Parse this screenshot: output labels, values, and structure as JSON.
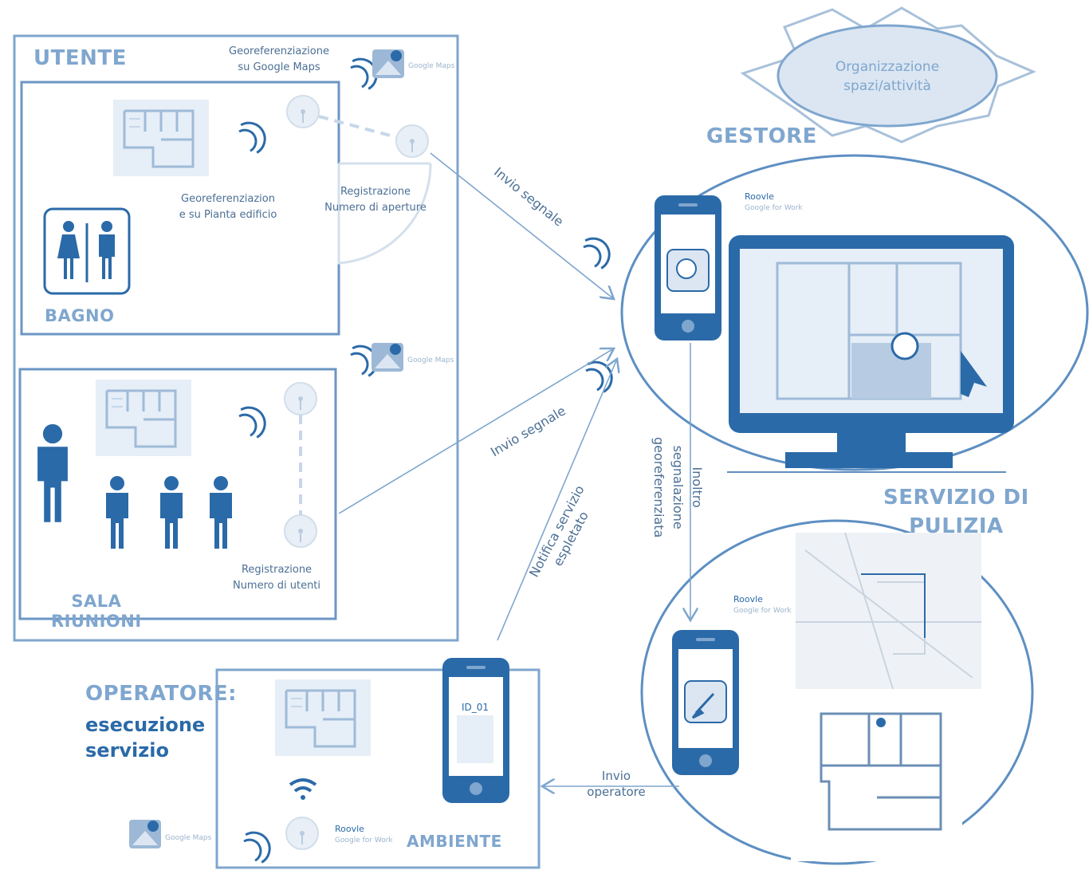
{
  "labels": {
    "utente": "UTENTE",
    "bagno": "BAGNO",
    "sala_line1": "SALA",
    "sala_line2": "RIUNIONI",
    "gestore": "GESTORE",
    "servizio_line1": "SERVIZIO DI",
    "servizio_line2": "PULIZIA",
    "operatore": "OPERATORE:",
    "esecuzione_line1": "esecuzione",
    "esecuzione_line2": "servizio",
    "ambiente": "AMBIENTE",
    "organizzazione_line1": "Organizzazione",
    "organizzazione_line2": "spazi/attività",
    "georef_maps_line1": "Georeferenziazione",
    "georef_maps_line2": "su Google Maps",
    "georef_pianta_line1": "Georeferenziazion",
    "georef_pianta_line2": "e su Pianta edificio",
    "reg_aperture_line1": "Registrazione",
    "reg_aperture_line2": "Numero di aperture",
    "reg_utenti_line1": "Registrazione",
    "reg_utenti_line2": "Numero di utenti",
    "invio_segnale_1": "Invio segnale",
    "invio_segnale_2": "Invio segnale",
    "notifica_line1": "Notifica servizio",
    "notifica_line2": "espletato",
    "inoltro_line1": "Inoltro",
    "inoltro_line2": "segnalazione",
    "inoltro_line3": "georeferenziata",
    "invio_op_line1": "Invio",
    "invio_op_line2": "operatore",
    "device_id": "ID_01",
    "google_maps": "Google Maps",
    "roovle": "Roovle",
    "google_for_work": "Google for Work"
  },
  "colors": {
    "primary": "#2b6aa8",
    "light": "#7fa6ce",
    "pale": "#dbe6f2",
    "text": "#4b6f95"
  }
}
